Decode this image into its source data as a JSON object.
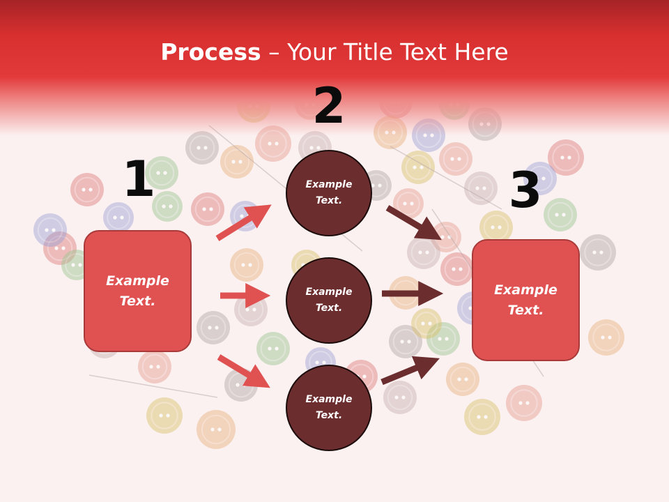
{
  "slide": {
    "title_bold": "Process",
    "title_rest": " – Your Title Text Here"
  },
  "steps": {
    "n1": "1",
    "n2": "2",
    "n3": "3"
  },
  "nodes": {
    "left_box": "Example Text.",
    "circle_top": "Example Text.",
    "circle_mid": "Example Text.",
    "circle_bottom": "Example Text.",
    "right_box": "Example Text."
  },
  "colors": {
    "header_red": "#e2393a",
    "box_red": "#e05252",
    "circle_brown": "#6b2d2e",
    "arrow_red": "#e05252",
    "arrow_brown": "#6b2d2e"
  }
}
